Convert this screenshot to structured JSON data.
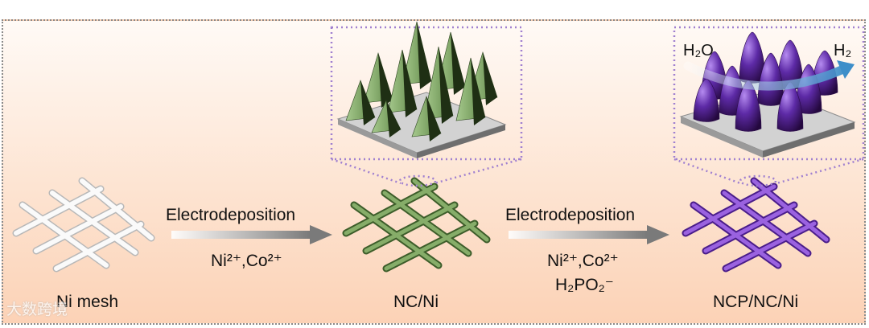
{
  "labels": {
    "ni_mesh": "Ni mesh",
    "nc_ni": "NC/Ni",
    "ncp_nc_ni": "NCP/NC/Ni"
  },
  "steps": [
    {
      "method": "Electrodeposition",
      "reagent_line1": "Ni²⁺,Co²⁺",
      "reagent_line2": ""
    },
    {
      "method": "Electrodeposition",
      "reagent_line1": "Ni²⁺,Co²⁺",
      "reagent_line2": "H₂PO₂⁻"
    }
  ],
  "reaction": {
    "reactant": "H₂O",
    "product": "H₂"
  },
  "watermark": "大数跨境",
  "colors": {
    "ni_mesh": "#f2f2f2",
    "nc_mesh": "#7aa35e",
    "ncp_mesh": "#8a4fd0",
    "cone_green": "#89ad72",
    "cone_purple": "#5a2a9a",
    "arrow": "#808080",
    "dotted_box": "#a080d0"
  }
}
